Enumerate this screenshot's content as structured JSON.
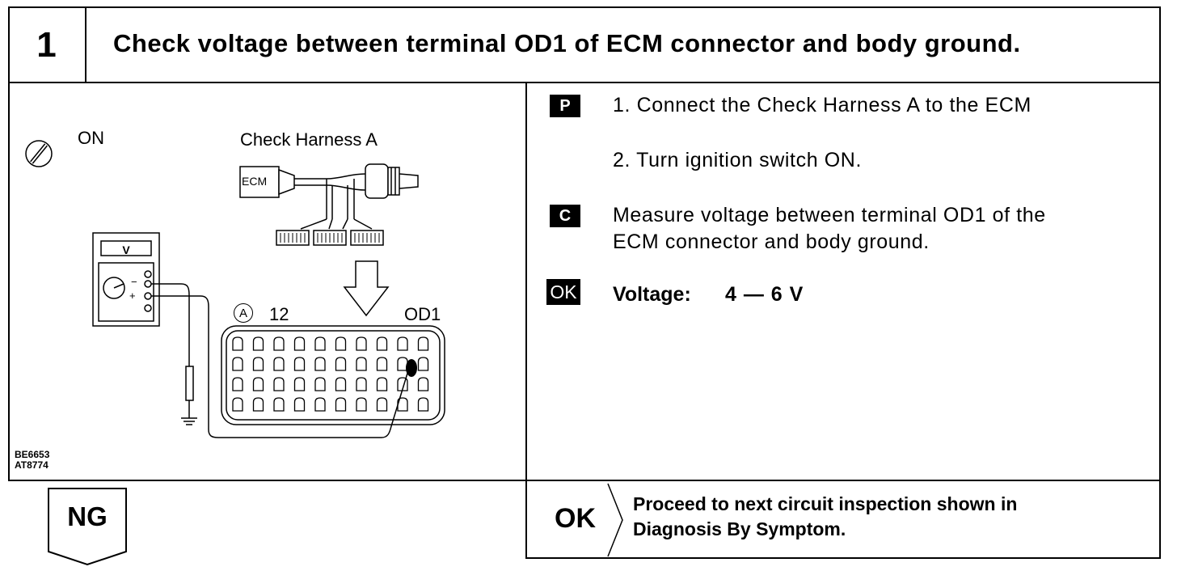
{
  "header": {
    "step_number": "1",
    "title": "Check voltage between terminal OD1 of ECM connector and body ground."
  },
  "diagram": {
    "ignition_label": "ON",
    "harness_label": "Check Harness A",
    "ecm_label": "ECM",
    "voltmeter_label": "V",
    "connector_mark": "A",
    "pin_12_label": "12",
    "pin_od1_label": "OD1",
    "codes": [
      "BE6653",
      "AT8774"
    ]
  },
  "procedure": {
    "prep_tag": "P",
    "prep_steps": [
      "1.  Connect the Check Harness A to the ECM",
      "2.  Turn ignition switch ON."
    ],
    "check_tag": "C",
    "check_line1": "Measure voltage between terminal OD1 of the",
    "check_line2": "ECM connector and body ground.",
    "ok_tag": "OK",
    "spec_label": "Voltage:",
    "spec_value": "4 — 6 V"
  },
  "results": {
    "ng_label": "NG",
    "ok_label": "OK",
    "ok_line1": "Proceed to next circuit inspection shown in",
    "ok_line2": "Diagnosis By Symptom."
  }
}
